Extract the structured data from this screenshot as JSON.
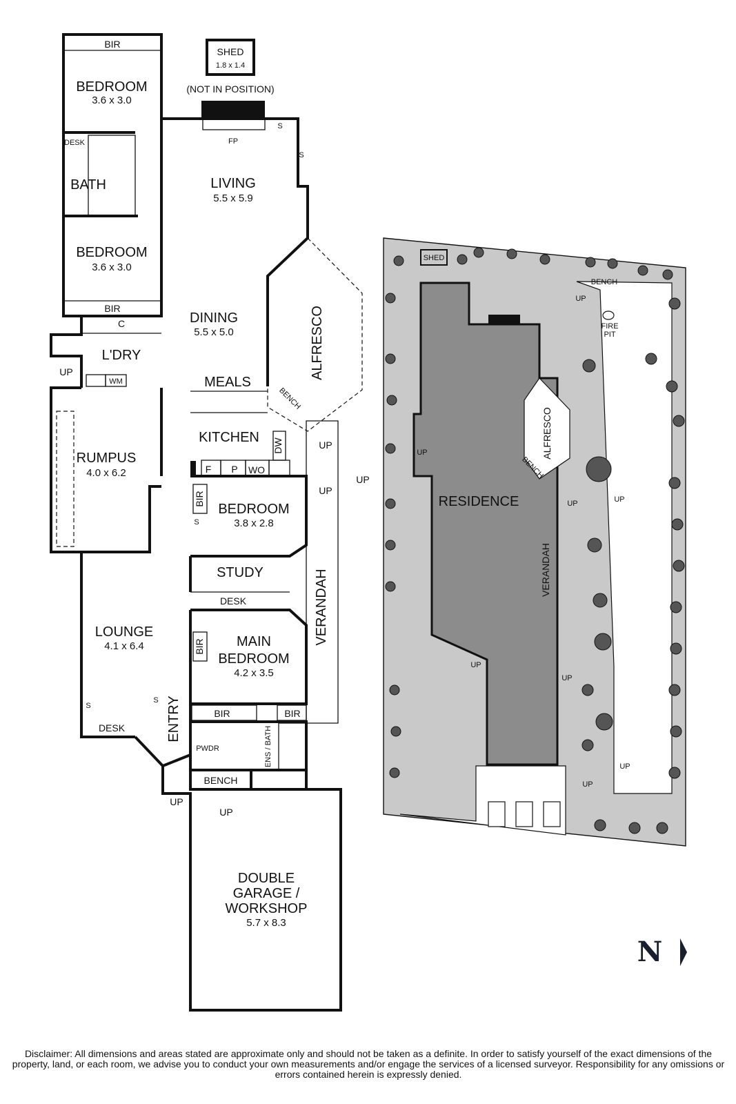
{
  "floorplan": {
    "rooms": {
      "bir_top": "BIR",
      "bedroom1": {
        "name": "BEDROOM",
        "dim": "3.6 x 3.0"
      },
      "desk1": "DESK",
      "bath": "BATH",
      "bedroom2": {
        "name": "BEDROOM",
        "dim": "3.6 x 3.0"
      },
      "bir2": "BIR",
      "c": "C",
      "laundry": "L'DRY",
      "wm": "WM",
      "living": {
        "name": "LIVING",
        "dim": "5.5 x 5.9"
      },
      "fp": "FP",
      "s1": "S",
      "s2": "S",
      "dining": {
        "name": "DINING",
        "dim": "5.5 x 5.0"
      },
      "alfresco": "ALFRESCO",
      "meals": "MEALS",
      "bench_kitchen": "BENCH",
      "kitchen": "KITCHEN",
      "dw": "DW",
      "f": "F",
      "p": "P",
      "wo": "WO",
      "rumpus": {
        "name": "RUMPUS",
        "dim": "4.0 x 6.2"
      },
      "bedroom3": {
        "name": "BEDROOM",
        "dim": "3.8 x 2.8"
      },
      "bir3": "BIR",
      "s3": "S",
      "study": "STUDY",
      "desk2": "DESK",
      "verandah": "VERANDAH",
      "lounge": {
        "name": "LOUNGE",
        "dim": "4.1 x 6.4"
      },
      "main_bedroom": {
        "name1": "MAIN",
        "name2": "BEDROOM",
        "dim": "4.2 x 3.5"
      },
      "bir4": "BIR",
      "bir5": "BIR",
      "bir6": "BIR",
      "s4": "S",
      "s5": "S",
      "desk3": "DESK",
      "entry": "ENTRY",
      "pwdr": "PWDR",
      "ens_bath": "ENS / BATH",
      "bench_entry": "BENCH",
      "garage": {
        "line1": "DOUBLE",
        "line2": "GARAGE /",
        "line3": "WORKSHOP",
        "dim": "5.7 x 8.3"
      }
    },
    "shed": {
      "name": "SHED",
      "dim": "1.8 x 1.4",
      "note": "(NOT IN POSITION)"
    },
    "up_label": "UP"
  },
  "siteplan": {
    "shed": "SHED",
    "bench": "BENCH",
    "fire_pit_1": "FIRE",
    "fire_pit_2": "PIT",
    "residence": "RESIDENCE",
    "alfresco": "ALFRESCO",
    "bench_small": "BENCH",
    "verandah": "VERANDAH",
    "up_label": "UP"
  },
  "compass": {
    "label": "N"
  },
  "disclaimer": "Disclaimer: All dimensions and areas stated are approximate only and should not be taken as a definite. In order to satisfy yourself of the exact dimensions of the property, land, or each room, we advise you to conduct your own measurements and/or engage the services of a licensed surveyor. Responsibility for any omissions or errors contained herein is expressly denied.",
  "colors": {
    "building_fill": "#8c8c8c",
    "site_fill": "#c9c9c9",
    "line": "#111111"
  }
}
